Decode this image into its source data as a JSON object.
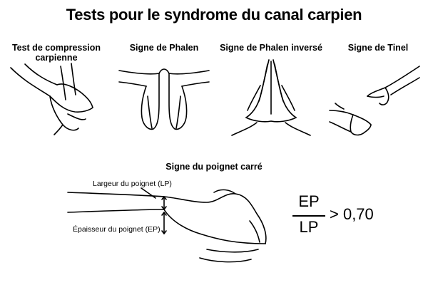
{
  "title": "Tests pour le syndrome du canal carpien",
  "tests": [
    {
      "label": "Test de compression carpienne"
    },
    {
      "label": "Signe de Phalen"
    },
    {
      "label": "Signe de Phalen inversé"
    },
    {
      "label": "Signe de Tinel"
    }
  ],
  "square_wrist": {
    "label": "Signe du poignet carré",
    "width_label": "Largeur du poignet (LP)",
    "thickness_label": "Épaisseur du poignet (EP)",
    "formula": {
      "numerator": "EP",
      "denominator": "LP",
      "rest": "> 0,70"
    }
  }
}
